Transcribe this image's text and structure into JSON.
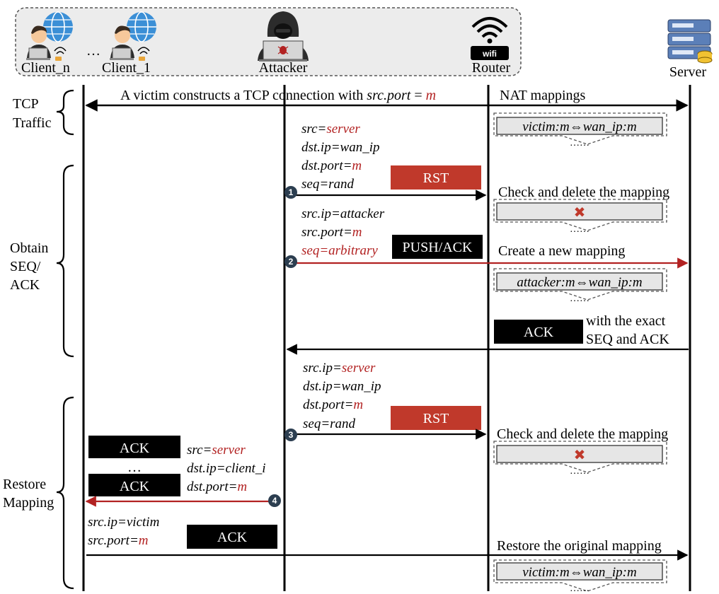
{
  "actors": {
    "client_n": "Client_n",
    "ellipsis": "…",
    "client_1": "Client_1",
    "attacker": "Attacker",
    "router": "Router",
    "server": "Server",
    "wifi_badge": "wifi"
  },
  "colors": {
    "highlight": "#b22222",
    "rst_box": "#c0392b",
    "black_box": "#000000",
    "mapping_fill": "#e6e6e6"
  },
  "phases": {
    "tcp_traffic": [
      "TCP",
      "Traffic"
    ],
    "obtain": [
      "Obtain",
      "SEQ/",
      "ACK"
    ],
    "restore": [
      "Restore",
      "Mapping"
    ]
  },
  "tcp": {
    "msg_prefix": "A victim constructs a TCP connection with ",
    "msg_italic": "src.port",
    "msg_eq": " = ",
    "msg_val": "m",
    "nat": "NAT mappings",
    "mapping": "victim:m⇔wan_ip:m",
    "dots": "……"
  },
  "step1": {
    "badge": "1",
    "l1_key": "src=",
    "l1_val": "server",
    "l2": "dst.ip=wan_ip",
    "l3_key": "dst.port=",
    "l3_val": "m",
    "l4": "seq=rand",
    "box": "RST",
    "check": "Check and delete the mapping",
    "delete_icon": "✖",
    "dots": "……"
  },
  "step2": {
    "badge": "2",
    "l1": "src.ip=attacker",
    "l2_key": "src.port=",
    "l2_val": "m",
    "l3": "seq=arbitrary",
    "box": "PUSH/ACK",
    "create": "Create a new mapping",
    "mapping": "attacker:m⇔wan_ip:m",
    "dots": "……"
  },
  "server_ack": {
    "box": "ACK",
    "t1": "with the exact",
    "t2": "SEQ and ACK"
  },
  "step3": {
    "badge": "3",
    "l1_key": "src.ip=",
    "l1_val": "server",
    "l2": "dst.ip=wan_ip",
    "l3_key": "dst.port=",
    "l3_val": "m",
    "l4": "seq=rand",
    "box": "RST",
    "check": "Check and delete the mapping",
    "delete_icon": "✖",
    "dots": "……"
  },
  "step4": {
    "badge": "4",
    "ack1": "ACK",
    "ellipsis": "…",
    "ack2": "ACK",
    "l1_key": "src=",
    "l1_val": "server",
    "l2": "dst.ip=client_i",
    "l3_key": "dst.port=",
    "l3_val": "m"
  },
  "final": {
    "l1": "src.ip=victim",
    "l2_key": "src.port=",
    "l2_val": "m",
    "box": "ACK",
    "restore": "Restore the original mapping",
    "mapping": "victim:m⇔wan_ip:m",
    "dots": "……"
  }
}
